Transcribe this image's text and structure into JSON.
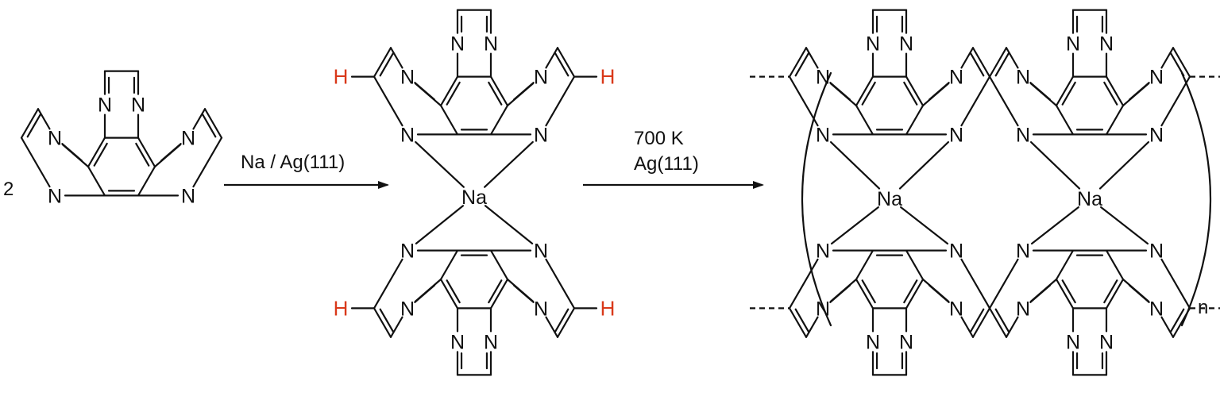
{
  "labels": {
    "coefficient": "2",
    "step1_reagent": "Na / Ag(111)",
    "step2_temperature": "700 K",
    "step2_surface": "Ag(111)",
    "subscript_n": "n"
  },
  "atoms": {
    "nitrogen": "N",
    "sodium": "Na",
    "hydrogen": "H"
  },
  "colors": {
    "bond": "#111111",
    "highlight_hydrogen": "#d9391a"
  },
  "icons": {
    "arrow_1": "reaction-arrow-icon",
    "arrow_2": "reaction-arrow-icon"
  }
}
